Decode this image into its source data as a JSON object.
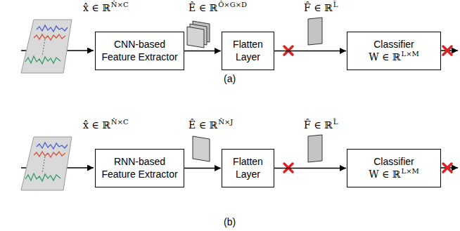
{
  "diagram": {
    "nodes": [
      {
        "text": [
          "CNN-based Feature Extractor"
        ]
      },
      {
        "text": [
          "Flatten Layer"
        ]
      },
      {
        "text": [
          "Classifier",
          "W ∈ ℝ",
          "L×M"
        ]
      },
      {
        "text": [
          "RNN-based Feature Extractor"
        ]
      },
      {
        "text": [
          "Flatten Layer"
        ]
      },
      {
        "text": [
          "Classifier",
          "W ∈ ℝ",
          "L×M"
        ]
      }
    ],
    "edges": [
      {
        "from": 0,
        "to": 1,
        "arrow": "to"
      },
      {
        "from": 1,
        "to": 2,
        "arrow": "to"
      },
      {
        "from": 3,
        "to": 4,
        "arrow": "to"
      },
      {
        "from": 4,
        "to": 5,
        "arrow": "to"
      }
    ],
    "labels": [
      "x̂ ∈ ℝ",
      "N̂×C",
      "Ê ∈ ℝ",
      "Ô×G×D",
      "F̂ ∈ ℝ",
      "L̂",
      "(a)",
      "x̂ ∈ ℝ",
      "N̂×C",
      "Ê ∈ ℝ",
      "N̂×J",
      "F̂ ∈ ℝ",
      "L̂",
      "(b)"
    ]
  }
}
